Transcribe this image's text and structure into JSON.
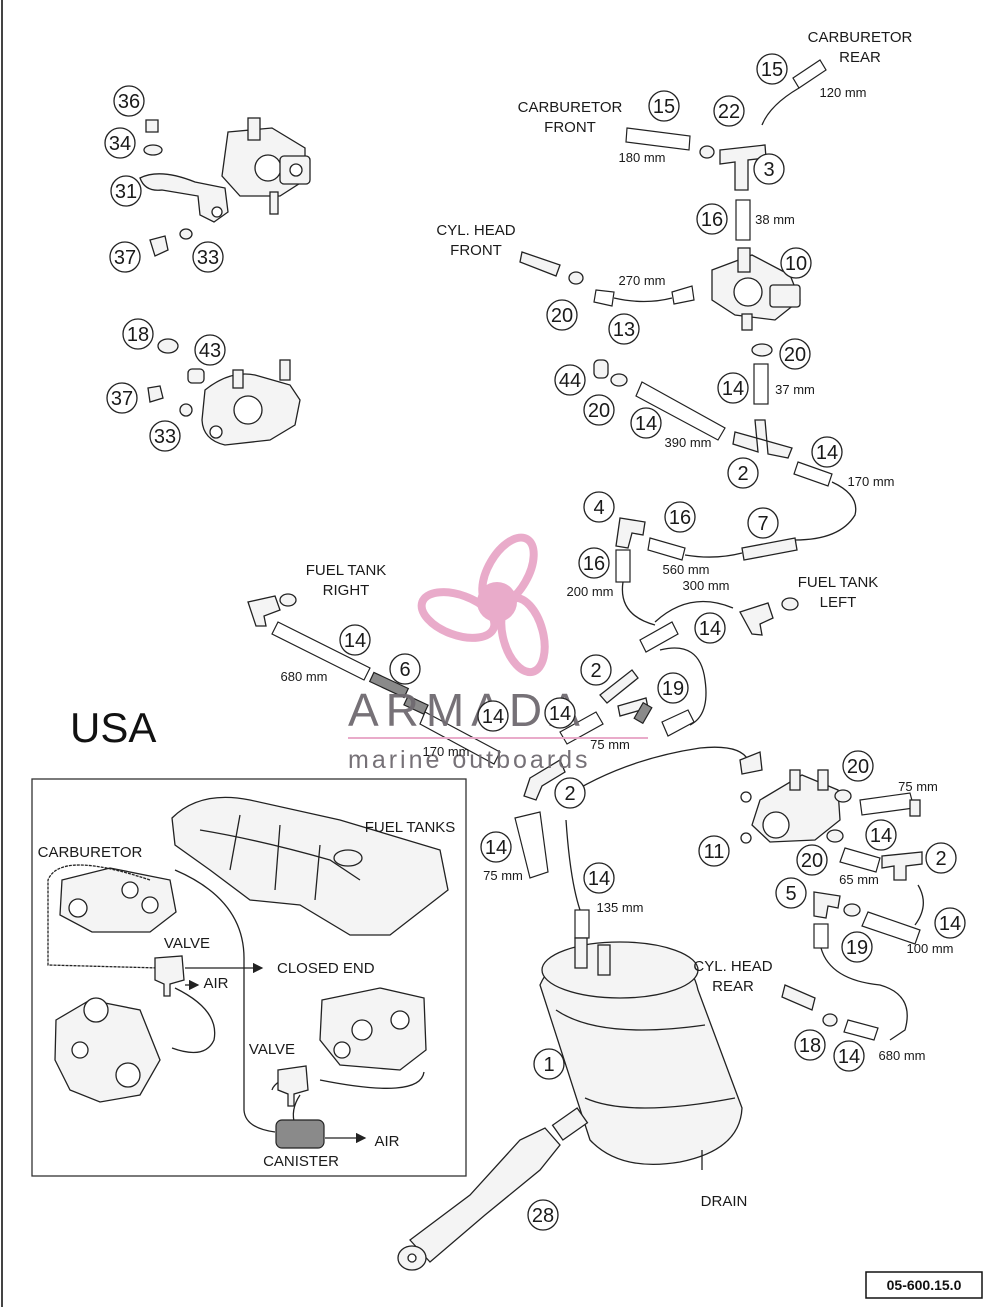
{
  "callouts": [
    "1",
    "2",
    "3",
    "4",
    "5",
    "6",
    "7",
    "10",
    "11",
    "13",
    "14",
    "15",
    "16",
    "18",
    "19",
    "20",
    "22",
    "28",
    "31",
    "33",
    "34",
    "36",
    "37",
    "43",
    "44"
  ],
  "labels": {
    "carb_rear": [
      "CARBURETOR",
      "REAR"
    ],
    "carb_front": [
      "CARBURETOR",
      "FRONT"
    ],
    "cyl_head_front": [
      "CYL. HEAD",
      "FRONT"
    ],
    "fuel_tank_right": [
      "FUEL TANK",
      "RIGHT"
    ],
    "fuel_tank_left": [
      "FUEL TANK",
      "LEFT"
    ],
    "cyl_head_rear": [
      "CYL. HEAD",
      "REAR"
    ],
    "drain": "DRAIN",
    "region": "USA",
    "doc_code": "05-600.15.0"
  },
  "dimensions": [
    "120 mm",
    "180 mm",
    "38 mm",
    "270 mm",
    "37 mm",
    "390 mm",
    "170 mm",
    "560 mm",
    "300 mm",
    "200 mm",
    "680 mm",
    "170 mm",
    "75 mm",
    "75 mm",
    "135 mm",
    "75 mm",
    "65 mm",
    "100 mm",
    "680 mm"
  ],
  "schematic": {
    "carburetor": "CARBURETOR",
    "fuel_tanks": "FUEL TANKS",
    "valve_top": "VALVE",
    "air_top": "AIR",
    "closed_end": "CLOSED END",
    "valve_bottom": "VALVE",
    "air_bottom": "AIR",
    "canister": "CANISTER"
  },
  "watermark": {
    "brand": "ARMADA",
    "tagline": "marine outboards",
    "logo_color": "#e8a7c8"
  }
}
